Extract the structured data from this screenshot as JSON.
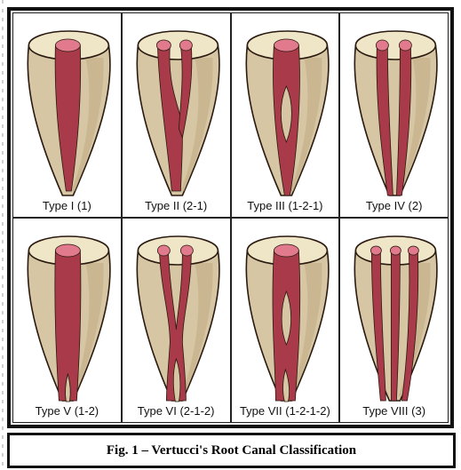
{
  "figure": {
    "panels": [
      {
        "label": "Type I (1)",
        "config": "1"
      },
      {
        "label": "Type II (2-1)",
        "config": "2-1"
      },
      {
        "label": "Type III (1-2-1)",
        "config": "1-2-1"
      },
      {
        "label": "Type IV (2)",
        "config": "2"
      },
      {
        "label": "Type V (1-2)",
        "config": "1-2"
      },
      {
        "label": "Type VI (2-1-2)",
        "config": "2-1-2"
      },
      {
        "label": "Type VII (1-2-1-2)",
        "config": "1-2-1-2"
      },
      {
        "label": "Type VIII (3)",
        "config": "3"
      }
    ],
    "caption": "Fig. 1 – Vertucci's Root Canal Classification"
  },
  "colors": {
    "dentin": "#d6c6a3",
    "dentin_shade": "#c2ad86",
    "crown_top": "#efe6c8",
    "canal": "#a83a4a",
    "canal_light": "#e07a8c",
    "outline": "#2a1a10",
    "border": "#111111"
  }
}
